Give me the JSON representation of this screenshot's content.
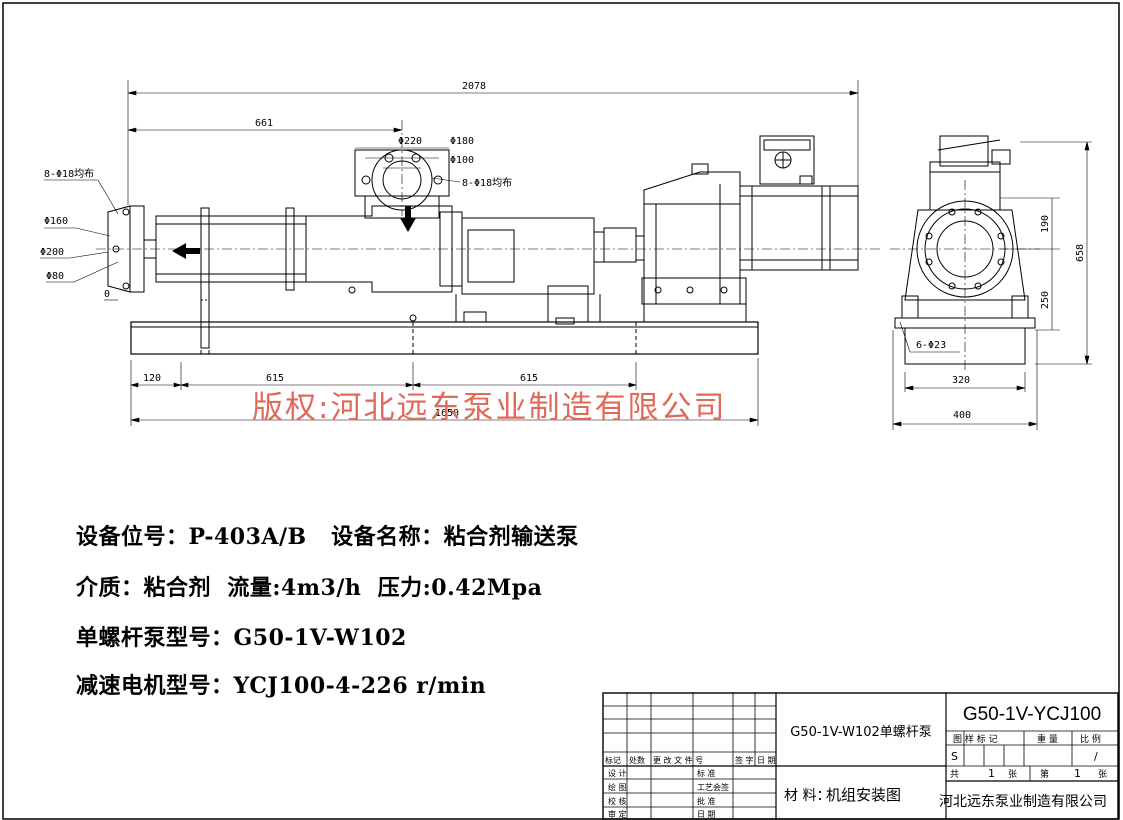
{
  "dimensions": {
    "overall_length": "2078",
    "inlet_offset": "661",
    "outlet_flange_od": "Φ220",
    "outlet_flange_pcd": "Φ180",
    "outlet_bore": "Φ100",
    "outlet_bolts": "8-Φ18均布",
    "inlet_bolts": "8-Φ18均布",
    "inlet_pcd": "Φ160",
    "inlet_od": "Φ200",
    "inlet_bore": "Φ80",
    "zero": "0",
    "base_edge": "120",
    "base_span_1": "615",
    "base_span_2": "615",
    "base_length": "1650",
    "height_total": "658",
    "height_upper": "190",
    "height_lower": "250",
    "anchor_holes": "6-Φ23",
    "base_inner_width": "320",
    "base_width": "400"
  },
  "watermark": "版权:河北远东泵业制造有限公司",
  "specs": {
    "line1": "设备位号：P-403A/B   设备名称：粘合剂输送泵",
    "line2": "介质：粘合剂  流量:4m3/h  压力:0.42Mpa",
    "line3": "单螺杆泵型号：G50-1V-W102",
    "line4": "减速电机型号：YCJ100-4-226 r/min"
  },
  "title_block": {
    "model_code": "G50-1V-YCJ100",
    "drawing_name": "G50-1V-W102单螺杆泵",
    "material_label": "材 料：",
    "drawing_type": "机组安装图",
    "company": "河北远东泵业制造有限公司",
    "hdr_stage": "图 样 标 记",
    "hdr_weight": "重 量",
    "hdr_scale": "比 例",
    "stage_value": "S",
    "scale_value": "/",
    "total_label": "共",
    "total_value": "1",
    "sheet_unit": "张",
    "page_label": "第",
    "page_value": "1",
    "page_unit": "张",
    "rev_headers": [
      "标记",
      "处数",
      "更 改 文 件 号",
      "签 字",
      "日 期"
    ],
    "roles_left": [
      "设 计",
      "绘 图",
      "校 核",
      "审 定"
    ],
    "roles_right": [
      "标 准",
      "工艺会签",
      "批 准",
      "日 期"
    ]
  }
}
